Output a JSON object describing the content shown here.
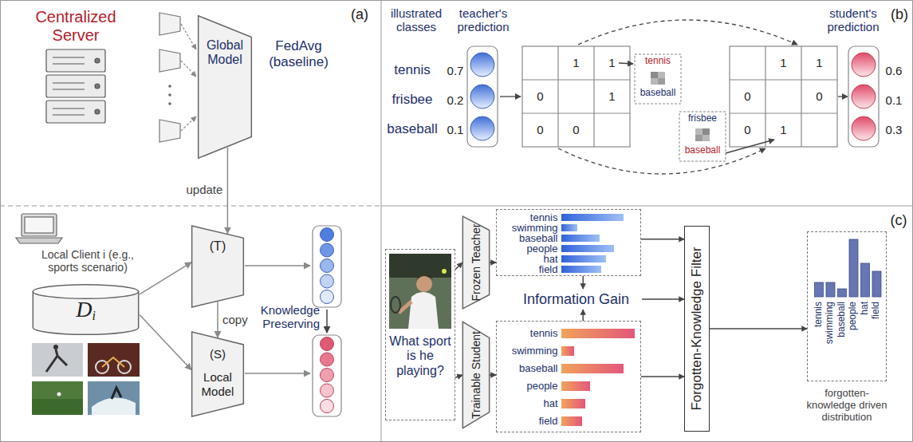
{
  "diagram": {
    "nodes": [
      {
        "text": [
          "Global Model"
        ]
      },
      {
        "text": [
          "(T)"
        ]
      },
      {
        "text": [
          "D",
          "i"
        ]
      },
      {
        "text": [
          "(S)",
          "Local Model"
        ]
      },
      {
        "text": [
          "What sport is he playing?"
        ]
      },
      {
        "text": [
          "Frozen Teacher"
        ]
      },
      {
        "text": [
          "Trainable Student"
        ]
      },
      {
        "text": [
          "tennis",
          "swimming",
          "baseball",
          "people",
          "hat",
          "field"
        ]
      },
      {
        "text": [
          "Information Gain"
        ]
      },
      {
        "text": [
          "tennis",
          "swimming",
          "baseball",
          "people",
          "hat",
          "field"
        ]
      },
      {
        "text": [
          "Forgotten-Knowledge Filter"
        ]
      },
      {
        "text": [
          "tennis",
          "swimming",
          "baseball",
          "people",
          "hat",
          "field"
        ]
      }
    ],
    "edges": [
      {
        "from": 0,
        "to": 1,
        "arrow": "to",
        "label": "update"
      },
      {
        "from": 2,
        "to": 1,
        "arrow": "to"
      },
      {
        "from": 2,
        "to": 3,
        "arrow": "to"
      },
      {
        "from": 1,
        "to": 3,
        "arrow": "to",
        "label": "copy"
      },
      {
        "from": 4,
        "to": 5,
        "arrow": "to"
      },
      {
        "from": 4,
        "to": 6,
        "arrow": "to"
      },
      {
        "from": 5,
        "to": 7,
        "arrow": "to"
      },
      {
        "from": 6,
        "to": 9,
        "arrow": "to"
      },
      {
        "from": 7,
        "to": 8,
        "arrow": "to"
      },
      {
        "from": 9,
        "to": 8,
        "arrow": "to"
      },
      {
        "from": 7,
        "to": 10,
        "arrow": "to"
      },
      {
        "from": 8,
        "to": 10,
        "arrow": "to"
      },
      {
        "from": 9,
        "to": 10,
        "arrow": "to"
      },
      {
        "from": 10,
        "to": 11,
        "arrow": "to"
      }
    ],
    "labels": [
      "Centralized Server",
      "FedAvg (baseline)",
      "(a)",
      "Local Client i (e.g., sports scenario)",
      "Knowledge Preserving",
      "illustrated classes",
      "teacher's prediction",
      "tennis",
      "frisbee",
      "baseball",
      "0.7",
      "0.2",
      "0.1",
      "1",
      "1",
      "0",
      "1",
      "0",
      "0",
      "tennis",
      "baseball",
      "frisbee",
      "baseball",
      "1",
      "1",
      "0",
      "0",
      "0",
      "1",
      "student's prediction",
      "(b)",
      "0.6",
      "0.1",
      "0.3",
      "(c)",
      "forgotten-knowledge driven distribution"
    ]
  }
}
